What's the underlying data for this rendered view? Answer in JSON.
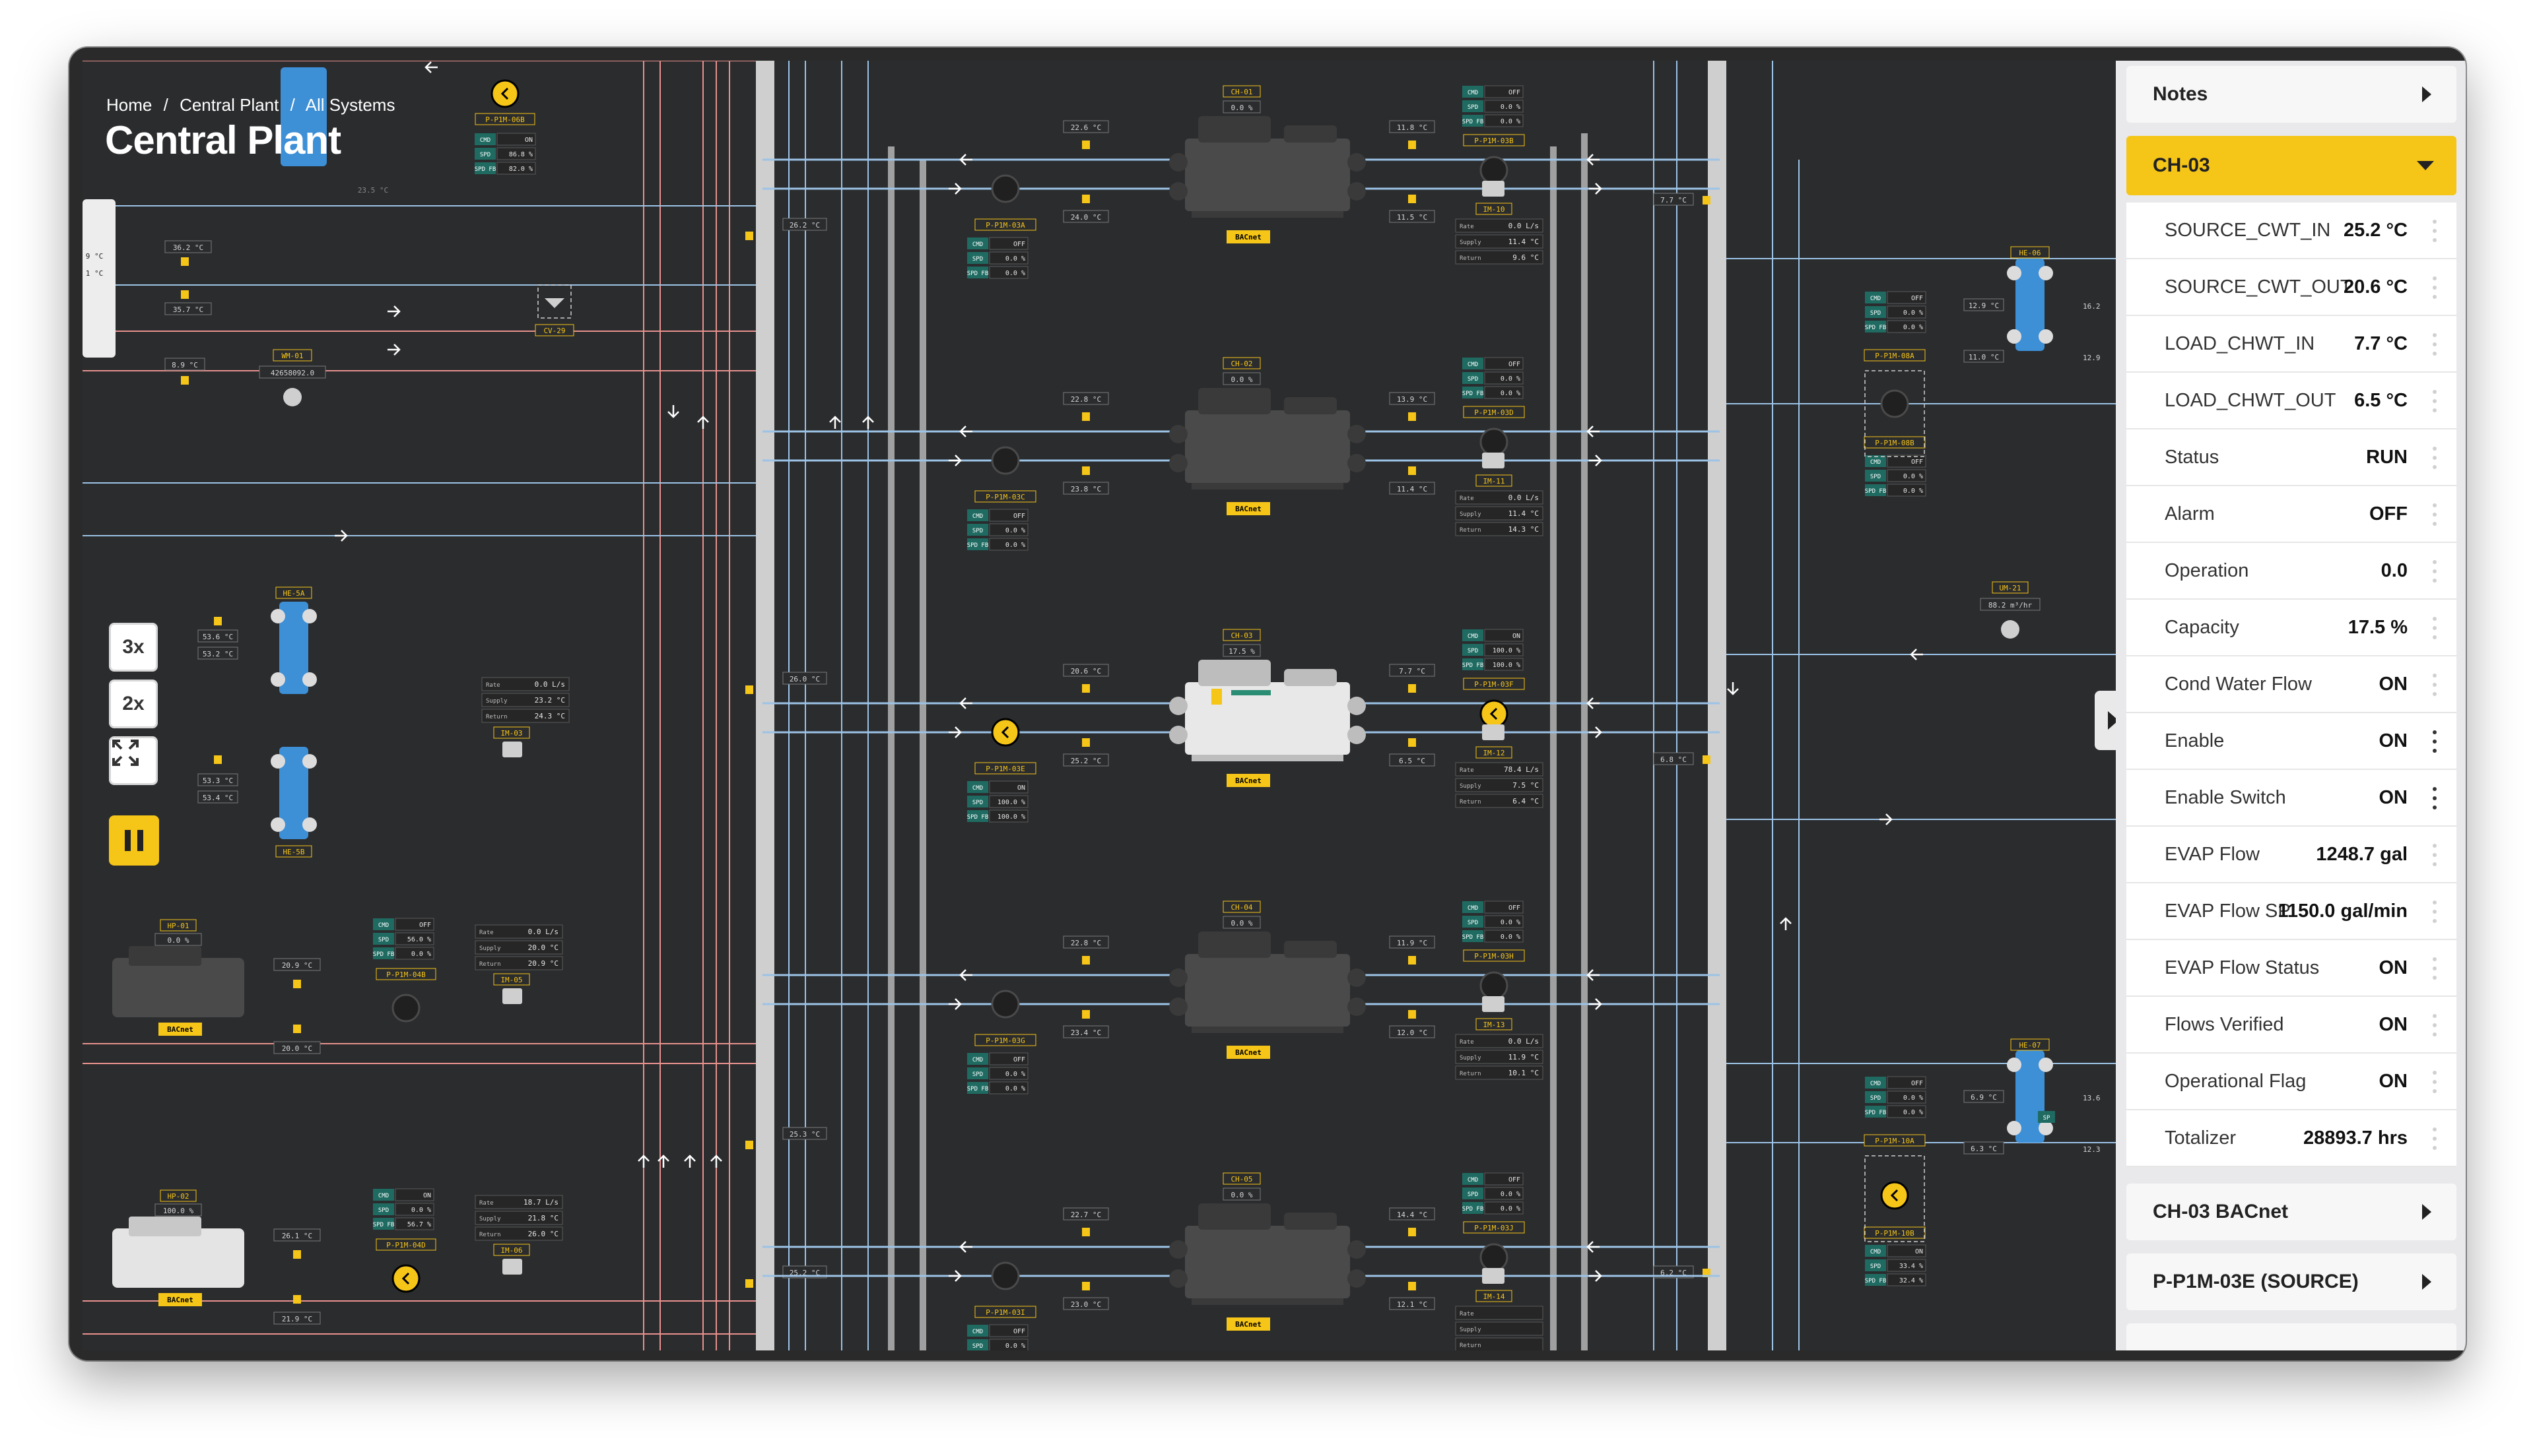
{
  "breadcrumb": {
    "home": "Home",
    "sep": "/",
    "central_plant": "Central Plant",
    "all_systems": "All Systems"
  },
  "page_title": "Central Plant",
  "zoom": {
    "z3": "3x",
    "z2": "2x"
  },
  "colors": {
    "accent": "#f5c518",
    "pipe_supply": "#9cc3e6",
    "pipe_return": "#e8918e",
    "canvas": "#2b2c2e",
    "exchanger": "#3d8fd6"
  },
  "diagram": {
    "chillers": [
      {
        "id": "CH-01",
        "cap": "0.0 %",
        "pump": "P-P1M-03A",
        "pump2": "P-P1M-03B",
        "im": "IM-10",
        "t_in": "22.6 °C",
        "t_out": "24.0 °C",
        "t_chw1": "11.8 °C",
        "t_chw2": "11.5 °C",
        "flow": "0.0 L/s",
        "sup": "11.4 °C",
        "ret": "9.6 °C",
        "cmd": "OFF",
        "spd": "0.0 %",
        "spdfb": "0.0 %",
        "cmd2": "OFF",
        "spd2": "0.0 %",
        "spdfb2": "0.0 %",
        "running": false
      },
      {
        "id": "CH-02",
        "cap": "0.0 %",
        "pump": "P-P1M-03C",
        "pump2": "P-P1M-03D",
        "im": "IM-11",
        "t_in": "22.8 °C",
        "t_out": "23.8 °C",
        "t_chw1": "13.9 °C",
        "t_chw2": "11.4 °C",
        "flow": "0.0 L/s",
        "sup": "11.4 °C",
        "ret": "14.3 °C",
        "cmd": "OFF",
        "spd": "0.0 %",
        "spdfb": "0.0 %",
        "cmd2": "OFF",
        "spd2": "0.0 %",
        "spdfb2": "0.0 %",
        "running": false
      },
      {
        "id": "CH-03",
        "cap": "17.5 %",
        "pump": "P-P1M-03E",
        "pump2": "P-P1M-03F",
        "im": "IM-12",
        "t_in": "20.6 °C",
        "t_out": "25.2 °C",
        "t_chw1": "7.7 °C",
        "t_chw2": "6.5 °C",
        "flow": "78.4 L/s",
        "sup": "7.5 °C",
        "ret": "6.4 °C",
        "cmd": "ON",
        "spd": "100.0 %",
        "spdfb": "100.0 %",
        "cmd2": "ON",
        "spd2": "100.0 %",
        "spdfb2": "100.0 %",
        "running": true
      },
      {
        "id": "CH-04",
        "cap": "0.0 %",
        "pump": "P-P1M-03G",
        "pump2": "P-P1M-03H",
        "im": "IM-13",
        "t_in": "22.8 °C",
        "t_out": "23.4 °C",
        "t_chw1": "11.9 °C",
        "t_chw2": "12.0 °C",
        "flow": "0.0 L/s",
        "sup": "11.9 °C",
        "ret": "10.1 °C",
        "cmd": "OFF",
        "spd": "0.0 %",
        "spdfb": "0.0 %",
        "cmd2": "OFF",
        "spd2": "0.0 %",
        "spdfb2": "0.0 %",
        "running": false
      },
      {
        "id": "CH-05",
        "cap": "0.0 %",
        "pump": "P-P1M-03I",
        "pump2": "P-P1M-03J",
        "im": "IM-14",
        "t_in": "22.7 °C",
        "t_out": "23.0 °C",
        "t_chw1": "14.4 °C",
        "t_chw2": "12.1 °C",
        "flow": "",
        "sup": "",
        "ret": "",
        "cmd": "OFF",
        "spd": "0.0 %",
        "spdfb": "",
        "cmd2": "OFF",
        "spd2": "0.0 %",
        "spdfb2": "0.0 %",
        "running": false
      }
    ],
    "bacnet": "BACnet",
    "labels": {
      "cmd": "CMD",
      "spd": "SPD",
      "spdfb": "SPD FB",
      "rate": "Rate",
      "supply": "Supply",
      "return": "Return"
    },
    "header_temps": {
      "t1": "26.2 °C",
      "t2": "26.0 °C",
      "t3": "25.3 °C",
      "t4": "25.2 °C",
      "r1": "7.7 °C",
      "r2": "6.8 °C",
      "r3": "6.2 °C"
    },
    "left": {
      "p06b": {
        "id": "P-P1M-06B",
        "cmd": "ON",
        "spd": "86.8 %",
        "spdfb": "82.0 %",
        "temp": "23.5 °C"
      },
      "cv": "CV-29",
      "t_362": "36.2 °C",
      "t_357": "35.7 °C",
      "t_89": "8.9 °C",
      "wm": {
        "id": "WM-01",
        "val": "42658092.0"
      },
      "he5a": {
        "id": "HE-5A",
        "t1": "53.6 °C",
        "t2": "53.2 °C"
      },
      "he5b": {
        "id": "HE-5B",
        "t1": "53.3 °C",
        "t2": "53.4 °C"
      },
      "im03": {
        "id": "IM-03",
        "rate": "0.0 L/s",
        "sup": "23.2 °C",
        "ret": "24.3 °C"
      },
      "hp01": {
        "id": "HP-01",
        "cap": "0.0 %",
        "t1": "20.9 °C",
        "t2": "20.0 °C",
        "pump": "P-P1M-04B",
        "cmd": "OFF",
        "spd": "56.0 %",
        "spdfb": "0.0 %",
        "im": "IM-05",
        "rate": "0.0 L/s",
        "sup": "20.0 °C",
        "ret": "20.9 °C"
      },
      "hp02": {
        "id": "HP-02",
        "cap": "100.0 %",
        "t1": "26.1 °C",
        "t2": "21.9 °C",
        "pump": "P-P1M-04D",
        "cmd": "ON",
        "spd": "0.0 %",
        "spdfb": "56.7 %",
        "im": "IM-06",
        "rate": "18.7 L/s",
        "sup": "21.8 °C",
        "ret": "26.0 °C"
      },
      "edge1": "9 °C",
      "edge2": "1 °C"
    },
    "right": {
      "he06": {
        "id": "HE-06",
        "t1": "12.9 °C",
        "t2": "16.2",
        "t3": "11.0 °C",
        "t4": "12.9"
      },
      "p08a": {
        "id": "P-P1M-08A",
        "cmd": "OFF",
        "spd": "0.0 %",
        "spdfb": "0.0 %"
      },
      "p08b": {
        "id": "P-P1M-08B",
        "cmd": "OFF",
        "spd": "0.0 %",
        "spdfb": "0.0 %"
      },
      "um21": {
        "id": "UM-21",
        "val": "88.2 m³/hr"
      },
      "he07": {
        "id": "HE-07",
        "t1": "6.9 °C",
        "t2": "13.6",
        "t3": "6.3 °C",
        "t4": "12.3",
        "sp": "SP"
      },
      "p10a": {
        "id": "P-P1M-10A",
        "cmd": "OFF",
        "spd": "0.0 %",
        "spdfb": "0.0 %"
      },
      "p10b": {
        "id": "P-P1M-10B",
        "cmd": "ON",
        "spd": "33.4 %",
        "spdfb": "32.4 %"
      }
    }
  },
  "panel": {
    "notes": "Notes",
    "selected": "CH-03",
    "rows": [
      {
        "label": "SOURCE_CWT_IN",
        "value": "25.2 °C",
        "menu": false
      },
      {
        "label": "SOURCE_CWT_OUT",
        "value": "20.6 °C",
        "menu": false
      },
      {
        "label": "LOAD_CHWT_IN",
        "value": "7.7 °C",
        "menu": false
      },
      {
        "label": "LOAD_CHWT_OUT",
        "value": "6.5 °C",
        "menu": false
      },
      {
        "label": "Status",
        "value": "RUN",
        "menu": false
      },
      {
        "label": "Alarm",
        "value": "OFF",
        "menu": false
      },
      {
        "label": "Operation",
        "value": "0.0",
        "menu": false
      },
      {
        "label": "Capacity",
        "value": "17.5 %",
        "menu": false
      },
      {
        "label": "Cond Water Flow",
        "value": "ON",
        "menu": false
      },
      {
        "label": "Enable",
        "value": "ON",
        "menu": true
      },
      {
        "label": "Enable Switch",
        "value": "ON",
        "menu": true
      },
      {
        "label": "EVAP Flow",
        "value": "1248.7 gal",
        "menu": false
      },
      {
        "label": "EVAP Flow SP",
        "value": "1150.0 gal/min",
        "menu": false
      },
      {
        "label": "EVAP Flow Status",
        "value": "ON",
        "menu": false
      },
      {
        "label": "Flows Verified",
        "value": "ON",
        "menu": false
      },
      {
        "label": "Operational Flag",
        "value": "ON",
        "menu": false
      },
      {
        "label": "Totalizer",
        "value": "28893.7 hrs",
        "menu": false
      }
    ],
    "bacnet_section": "CH-03 BACnet",
    "pump_section": "P-P1M-03E (SOURCE)"
  }
}
